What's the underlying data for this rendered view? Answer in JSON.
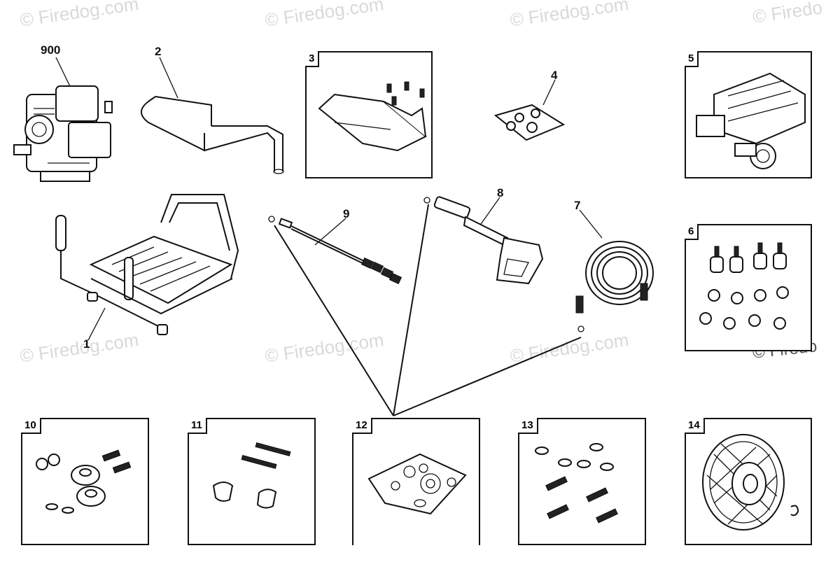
{
  "watermark": {
    "text": "© Firedog.com",
    "partial": "© Firedo"
  },
  "callouts": {
    "engine": "900",
    "handle": "2",
    "frame": "1",
    "wand": "9",
    "gun": "8",
    "hose": "7"
  },
  "boxes": {
    "b3": "3",
    "b4": "4",
    "b5": "5",
    "b6": "6",
    "b10": "10",
    "b11": "11",
    "b12": "12",
    "b13": "13",
    "b14": "14"
  }
}
